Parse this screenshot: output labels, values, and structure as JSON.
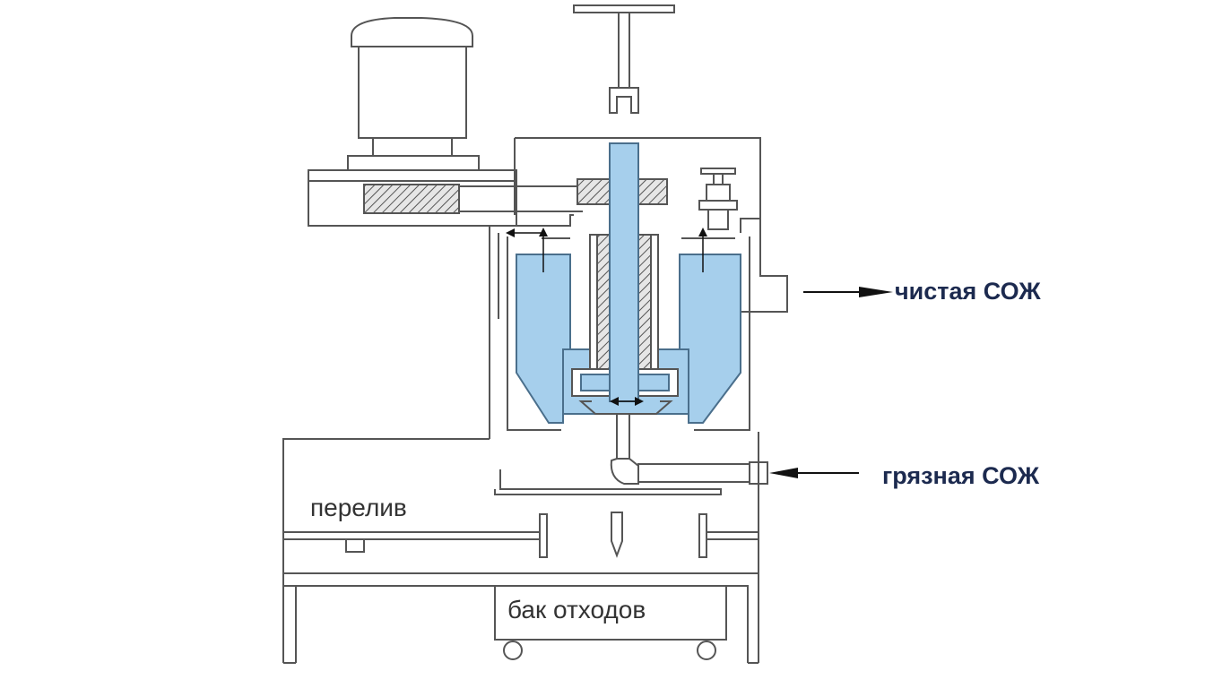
{
  "labels": {
    "clean_coolant": "чистая СОЖ",
    "dirty_coolant": "грязная СОЖ",
    "overflow": "перелив",
    "waste_tank": "бак отходов"
  },
  "colors": {
    "liquid": "#a6cfec",
    "liquid_stroke": "#4a6f8c",
    "line": "#555555",
    "label_text": "#1c2a4f",
    "arrow": "#111111"
  }
}
